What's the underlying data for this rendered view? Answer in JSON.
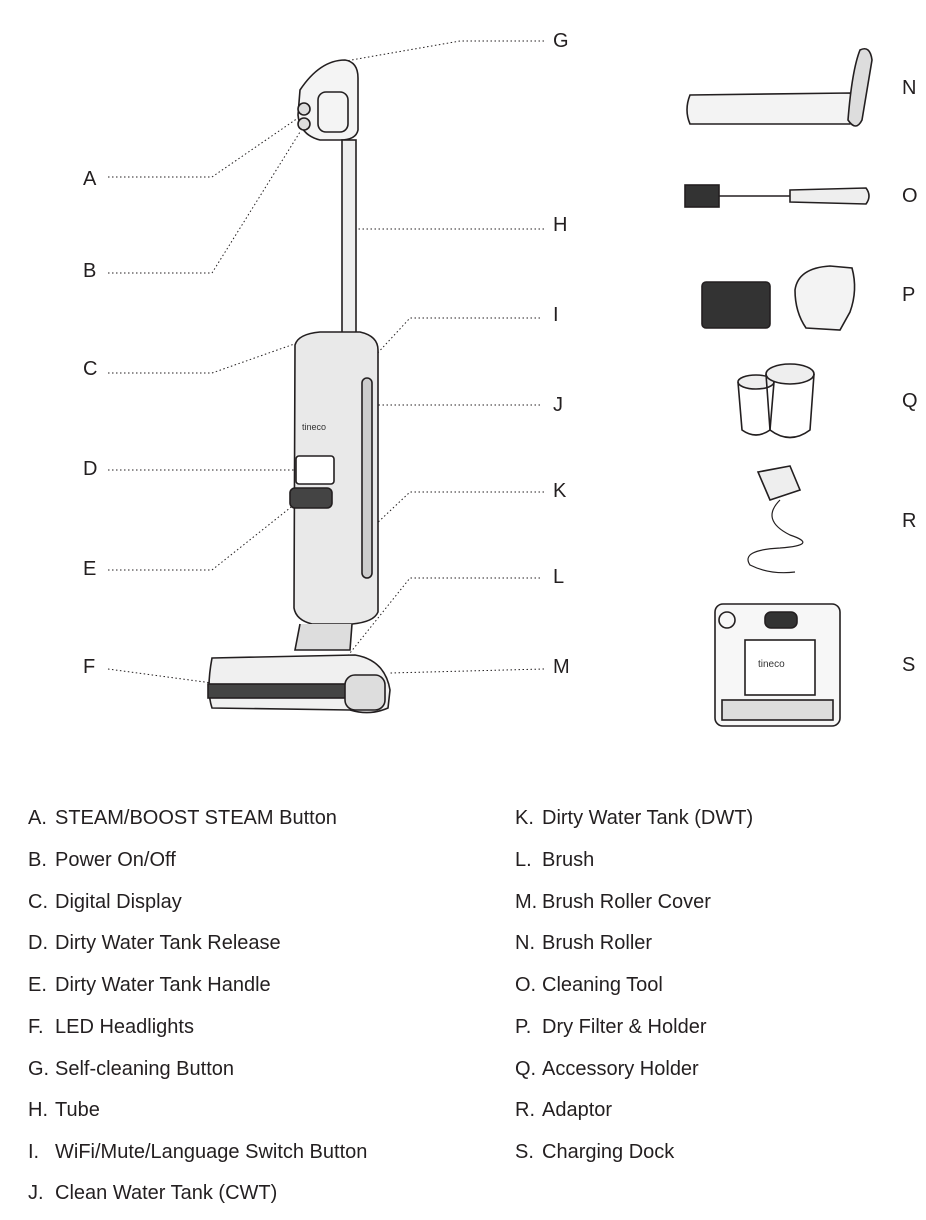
{
  "callouts": {
    "A": "A",
    "B": "B",
    "C": "C",
    "D": "D",
    "E": "E",
    "F": "F",
    "G": "G",
    "H": "H",
    "I": "I",
    "J": "J",
    "K": "K",
    "L": "L",
    "M": "M",
    "N": "N",
    "O": "O",
    "P": "P",
    "Q": "Q",
    "R": "R",
    "S": "S"
  },
  "logo_text": "tineco",
  "legend": {
    "left": [
      {
        "letter": "A.",
        "text": "STEAM/BOOST STEAM Button"
      },
      {
        "letter": "B.",
        "text": "Power On/Off"
      },
      {
        "letter": "C.",
        "text": "Digital Display"
      },
      {
        "letter": "D.",
        "text": "Dirty Water Tank Release"
      },
      {
        "letter": "E.",
        "text": "Dirty Water Tank Handle"
      },
      {
        "letter": "F.",
        "text": "LED Headlights"
      },
      {
        "letter": "G.",
        "text": "Self-cleaning Button"
      },
      {
        "letter": "H.",
        "text": "Tube"
      },
      {
        "letter": "I.",
        "text": "WiFi/Mute/Language Switch Button"
      },
      {
        "letter": "J.",
        "text": "Clean Water Tank (CWT)"
      }
    ],
    "right": [
      {
        "letter": "K.",
        "text": "Dirty Water Tank (DWT)"
      },
      {
        "letter": "L.",
        "text": "Brush"
      },
      {
        "letter": "M.",
        "text": "Brush Roller Cover"
      },
      {
        "letter": "N.",
        "text": "Brush Roller"
      },
      {
        "letter": "O.",
        "text": "Cleaning Tool"
      },
      {
        "letter": "P.",
        "text": "Dry Filter & Holder"
      },
      {
        "letter": "Q.",
        "text": "Accessory Holder"
      },
      {
        "letter": "R.",
        "text": "Adaptor"
      },
      {
        "letter": "S.",
        "text": "Charging Dock"
      }
    ]
  }
}
